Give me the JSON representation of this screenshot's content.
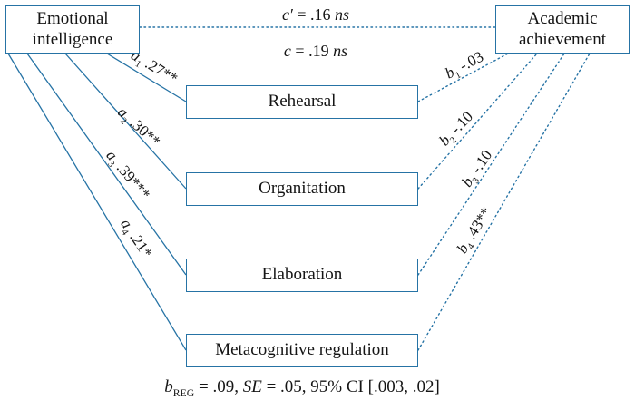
{
  "diagram": {
    "nodes": {
      "left": "Emotional intelligence",
      "right": "Academic achievement"
    },
    "mediators": [
      "Rehearsal",
      "Organitation",
      "Elaboration",
      "Metacognitive regulation"
    ],
    "top_paths": {
      "c_prime": {
        "var": "c′",
        "eq": " = .16 ",
        "ns": "ns"
      },
      "c": {
        "var": "c",
        "eq": " = .19 ",
        "ns": "ns"
      }
    },
    "a_paths": [
      {
        "var": "a",
        "sub": "1",
        "value": " .27**"
      },
      {
        "var": "a",
        "sub": "2",
        "value": " .30**"
      },
      {
        "var": "a",
        "sub": "3",
        "value": " .39***"
      },
      {
        "var": "a",
        "sub": "4",
        "value": " .21*"
      }
    ],
    "b_paths": [
      {
        "var": "b",
        "sub": "1",
        "value": " -.03"
      },
      {
        "var": "b",
        "sub": "2",
        "value": " -.10"
      },
      {
        "var": "b",
        "sub": "3",
        "value": " -.10"
      },
      {
        "var": "b",
        "sub": "4",
        "value": " .43**"
      }
    ],
    "footer": {
      "b": "b",
      "b_sub": "REG",
      "mid": " = .09, ",
      "se": "SE",
      "rest": " = .05, 95% CI [.003, .02]"
    },
    "colors": {
      "line": "#2673a5",
      "box_border": "#2673a5"
    }
  }
}
